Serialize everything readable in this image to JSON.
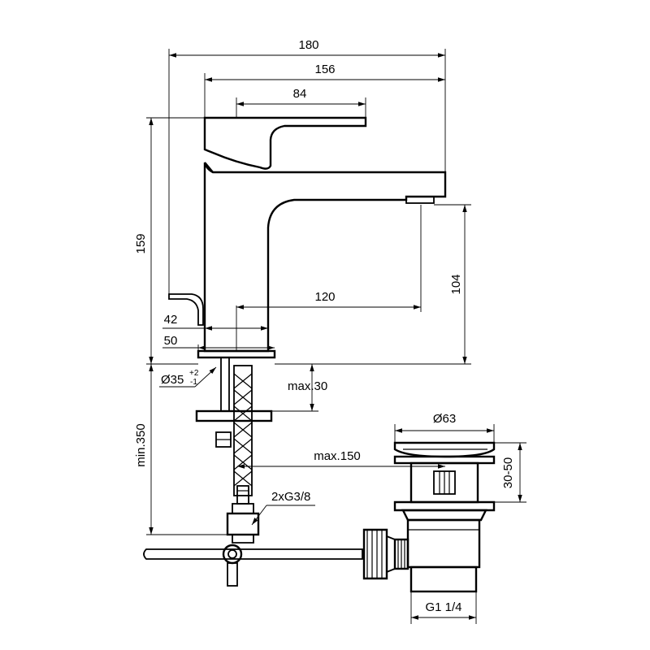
{
  "dimensions": {
    "overall_depth": "180",
    "spout_depth": "156",
    "lever_depth": "84",
    "height": "159",
    "spout_height": "104",
    "spout_reach": "120",
    "base_width": "42",
    "base_flange": "50",
    "hole_diameter": "Ø35",
    "hole_tolerance_plus": "+2",
    "hole_tolerance_minus": "-1",
    "max_deck": "max.30",
    "hose_length": "min.350",
    "max_150": "max.150",
    "connections": "2xG3/8",
    "waste_diameter": "Ø63",
    "waste_range": "30-50",
    "waste_thread": "G1 1/4"
  }
}
